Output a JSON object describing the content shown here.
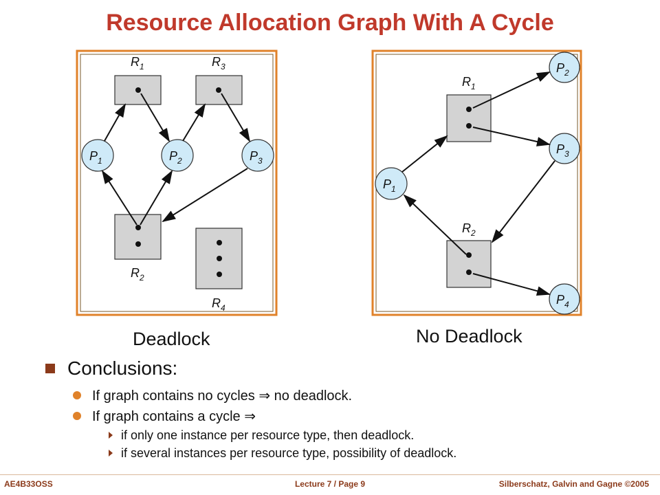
{
  "title": "Resource Allocation Graph With A Cycle",
  "left_graph": {
    "caption": "Deadlock",
    "nodes": {
      "R1": "R1",
      "R2": "R2",
      "R3": "R3",
      "R4": "R4",
      "P1": "P1",
      "P2": "P2",
      "P3": "P3"
    }
  },
  "right_graph": {
    "caption": "No Deadlock",
    "nodes": {
      "R1": "R1",
      "R2": "R2",
      "P1": "P1",
      "P2": "P2",
      "P3": "P3",
      "P4": "P4"
    }
  },
  "conclusions": {
    "heading": "Conclusions:",
    "items": [
      "If graph contains no cycles ⇒ no deadlock.",
      "If graph contains a cycle ⇒"
    ],
    "subitems": [
      "if only one instance per resource type, then deadlock.",
      "if several instances per resource type, possibility of deadlock."
    ]
  },
  "footer": {
    "left": "AE4B33OSS",
    "center": "Lecture 7 / Page 9",
    "right": "Silberschatz, Galvin and Gagne ©2005"
  },
  "colors": {
    "title": "#c0392b",
    "frame": "#e0822a",
    "process_fill": "#cfeaf8",
    "resource_fill": "#d3d3d3"
  }
}
